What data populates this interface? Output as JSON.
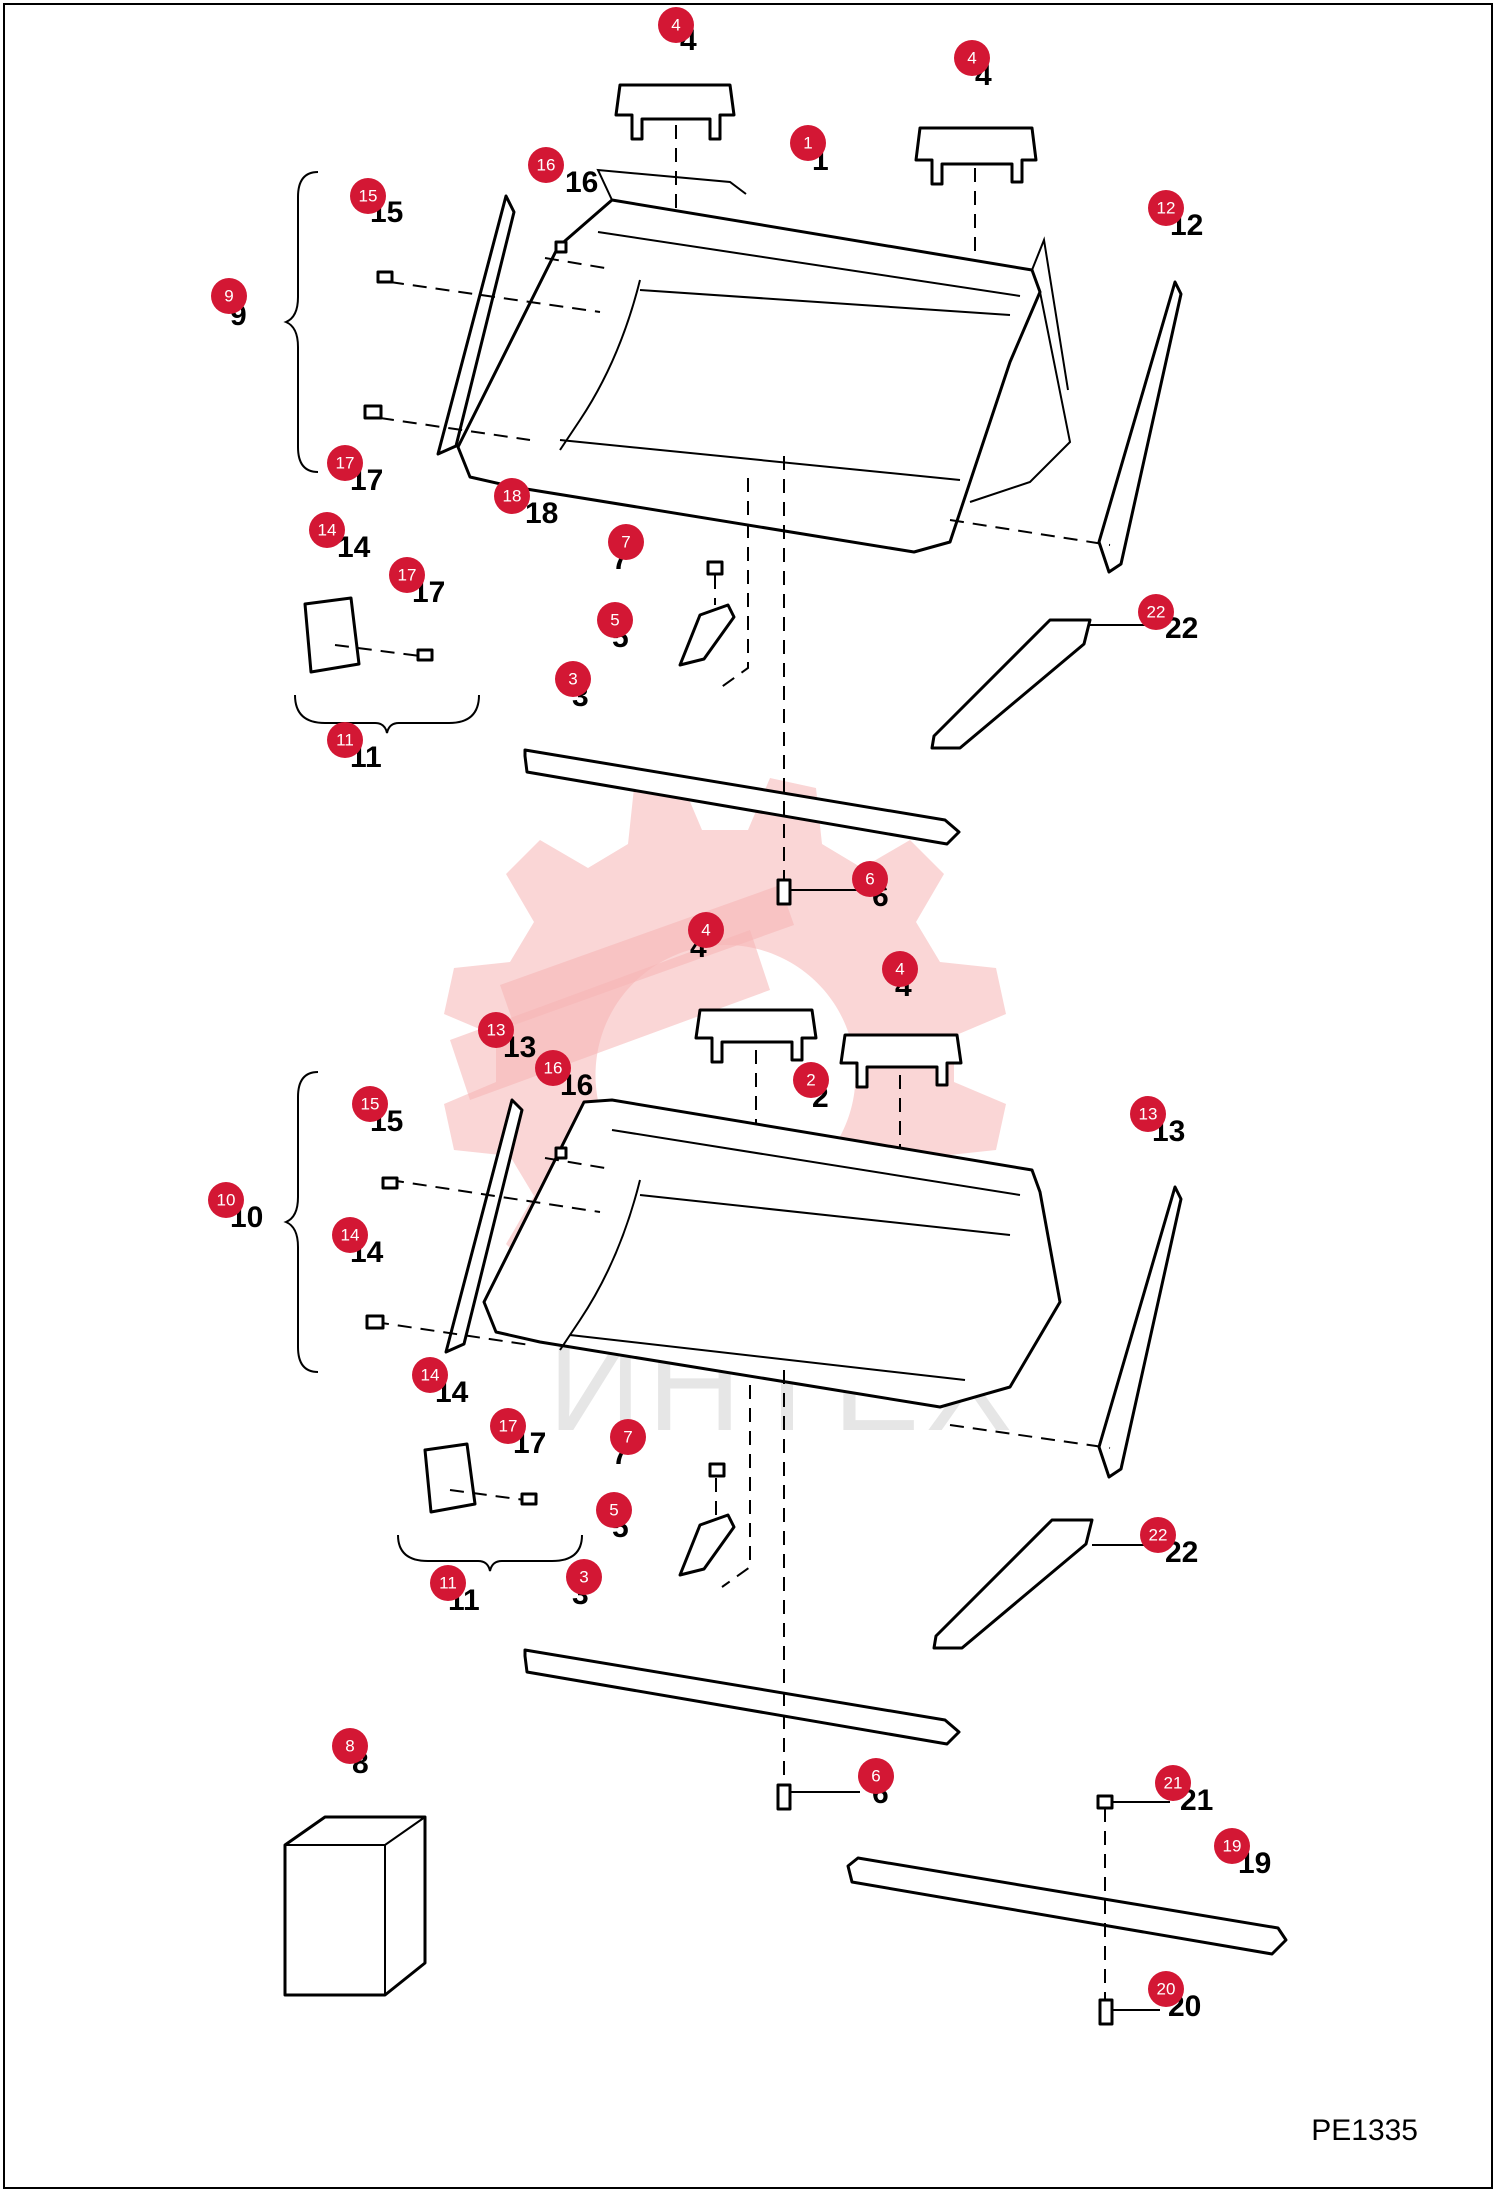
{
  "drawing_code": "PE1335",
  "watermark_text": "ИНТЕХ",
  "callouts": [
    {
      "n": "4"
    },
    {
      "n": "4"
    },
    {
      "n": "1"
    },
    {
      "n": "16"
    },
    {
      "n": "15"
    },
    {
      "n": "12"
    },
    {
      "n": "9"
    },
    {
      "n": "17"
    },
    {
      "n": "18"
    },
    {
      "n": "14"
    },
    {
      "n": "17"
    },
    {
      "n": "7"
    },
    {
      "n": "5"
    },
    {
      "n": "22"
    },
    {
      "n": "3"
    },
    {
      "n": "11"
    },
    {
      "n": "6"
    },
    {
      "n": "4"
    },
    {
      "n": "4"
    },
    {
      "n": "2"
    },
    {
      "n": "13"
    },
    {
      "n": "16"
    },
    {
      "n": "15"
    },
    {
      "n": "13"
    },
    {
      "n": "10"
    },
    {
      "n": "14"
    },
    {
      "n": "14"
    },
    {
      "n": "17"
    },
    {
      "n": "7"
    },
    {
      "n": "5"
    },
    {
      "n": "22"
    },
    {
      "n": "3"
    },
    {
      "n": "11"
    },
    {
      "n": "8"
    },
    {
      "n": "6"
    },
    {
      "n": "21"
    },
    {
      "n": "19"
    },
    {
      "n": "20"
    }
  ]
}
